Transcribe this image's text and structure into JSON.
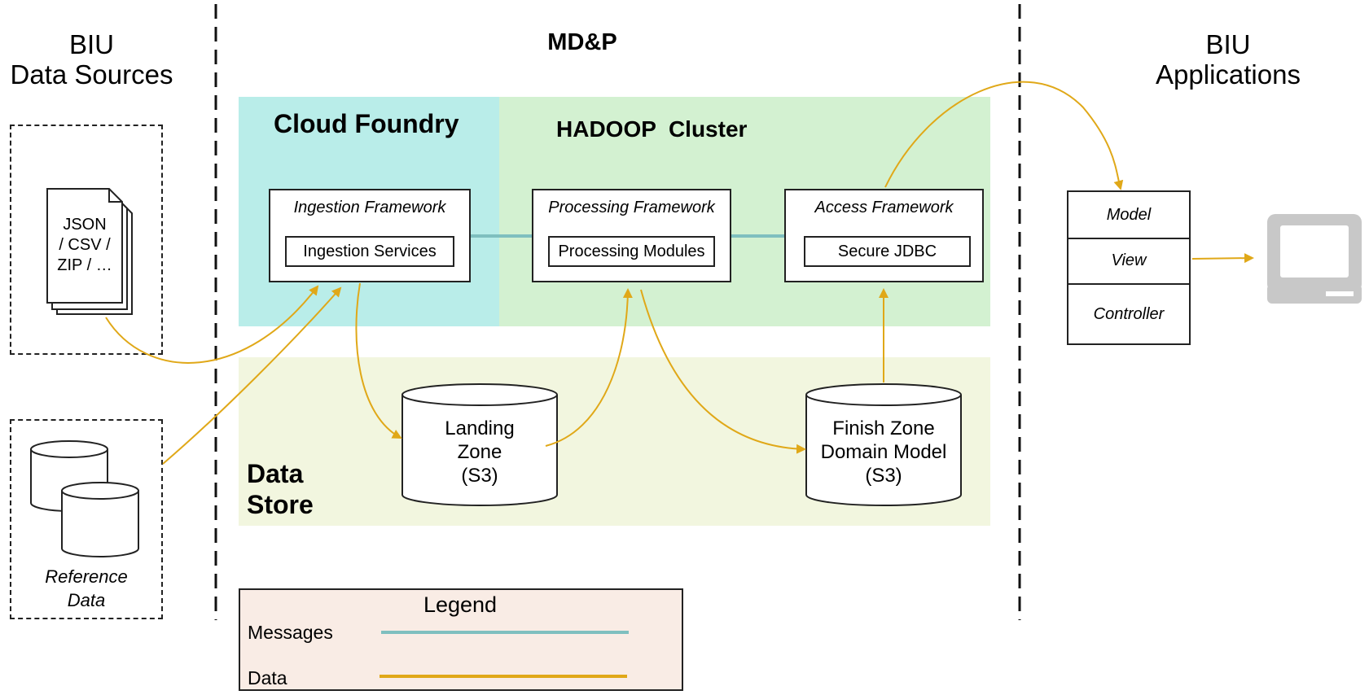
{
  "sections": {
    "sources_title_line1": "BIU",
    "sources_title_line2": "Data Sources",
    "mdp_title": "MD&P",
    "apps_title_line1": "BIU",
    "apps_title_line2": "Applications"
  },
  "regions": {
    "cloud_foundry": "Cloud Foundry",
    "hadoop_cluster": "HADOOP  Cluster",
    "data_store_line1": "Data",
    "data_store_line2": "Store"
  },
  "sources": {
    "file_line1": "JSON",
    "file_line2": "/ CSV /",
    "file_line3": "ZIP / …",
    "reference_line1": "Reference",
    "reference_line2": "Data"
  },
  "frameworks": {
    "ingestion": {
      "title": "Ingestion Framework",
      "inner": "Ingestion Services"
    },
    "processing": {
      "title": "Processing Framework",
      "inner": "Processing Modules"
    },
    "access": {
      "title": "Access Framework",
      "inner": "Secure JDBC"
    }
  },
  "stores": {
    "landing_line1": "Landing",
    "landing_line2": "Zone",
    "landing_line3": "(S3)",
    "finish_line1": "Finish Zone",
    "finish_line2": "Domain Model",
    "finish_line3": "(S3)"
  },
  "mvc": {
    "model": "Model",
    "view": "View",
    "controller": "Controller"
  },
  "legend": {
    "title": "Legend",
    "messages": "Messages",
    "data": "Data"
  },
  "colors": {
    "cloud_foundry_bg": "#b9ede9",
    "hadoop_bg": "#d3f1d1",
    "data_store_bg": "#f2f6df",
    "legend_bg": "#f9ece5",
    "message_line": "#7fbfbf",
    "data_line": "#e0a818",
    "computer_icon": "#c8c8c8"
  }
}
